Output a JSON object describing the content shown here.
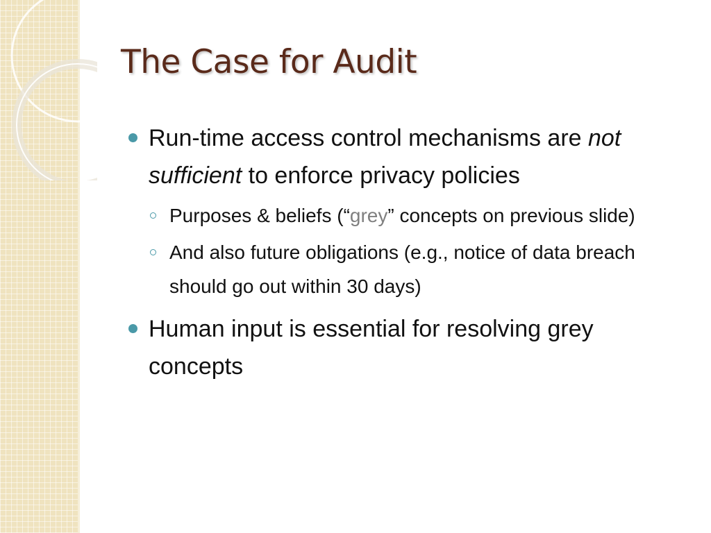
{
  "slide": {
    "title": "The Case for Audit",
    "colors": {
      "title": "#5a2a1a",
      "bullet_accent": "#4a99a8",
      "grey_word": "#808080",
      "side_strip": "#efe3bf"
    },
    "bullets": [
      {
        "pre": "Run-time access control mechanisms are ",
        "emphasis": "not sufficient",
        "post": " to enforce privacy policies"
      },
      {
        "text": "Human input is essential for resolving grey concepts"
      }
    ],
    "sub_bullets": [
      {
        "pre": "Purposes & beliefs (“",
        "grey": "grey",
        "post": "” concepts on previous slide)"
      },
      {
        "text": "And also future obligations (e.g., notice of data breach should go out within 30 days)"
      }
    ]
  }
}
